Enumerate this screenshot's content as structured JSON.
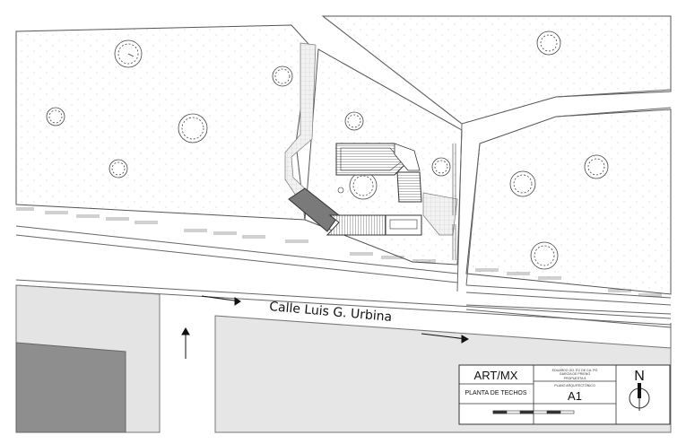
{
  "street": {
    "name": "Calle Luis G. Urbina"
  },
  "title_block": {
    "brand": "ART/MX",
    "sheet_title": "PLANTA DE TECHOS",
    "authors_line1": "EDUARDO GO. ÉC DE CA. PO",
    "authors_line2": "GARCÍA DE PRIENO",
    "authors_line3": "PROPUESTA 8",
    "plan_type": "PLANO ARQUITECTÓNICO",
    "sheet_code": "A1",
    "north_label": "N"
  },
  "colors": {
    "line": "#555555",
    "dark_fill": "#8f8f8f",
    "light_fill": "#e6e6e6",
    "roof_fill": "#6e6e6e"
  }
}
